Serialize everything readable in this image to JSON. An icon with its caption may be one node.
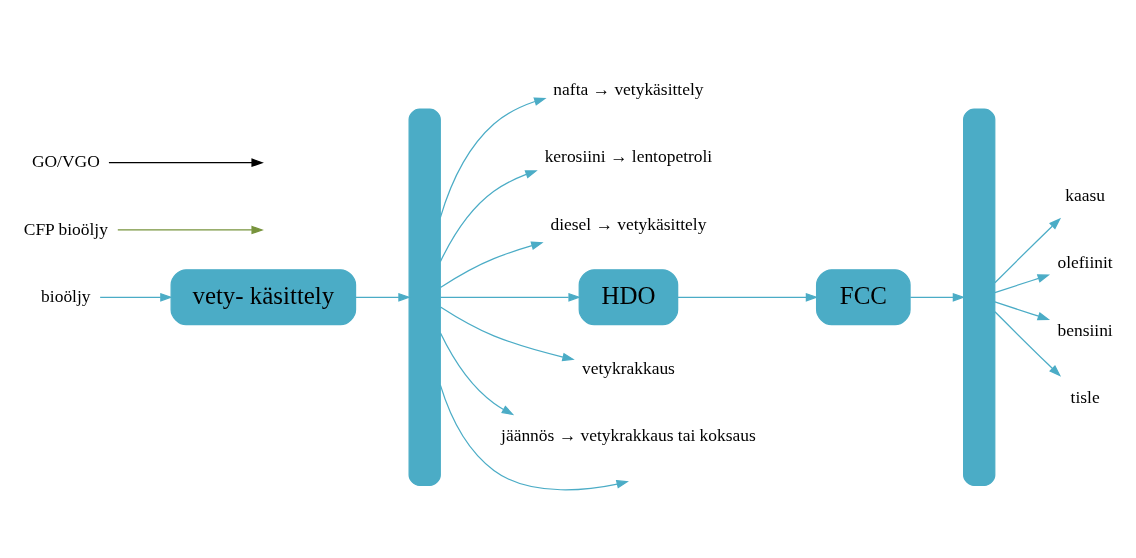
{
  "diagram": {
    "nodes": [
      {
        "text": [
          "bioöljy"
        ]
      },
      {
        "text": [
          "vety- käsittely"
        ]
      },
      {
        "text": [
          "CFP bioöljy"
        ]
      },
      {
        "text": [],
        "shape": "bar"
      },
      {
        "text": [
          "nafta → vetykäsittely"
        ]
      },
      {
        "text": [
          "kerosiini → lentopetroli"
        ]
      },
      {
        "text": [
          "diesel → vetykäsittely"
        ]
      },
      {
        "text": [
          "HDO"
        ]
      },
      {
        "text": [
          "vetykrakkaus"
        ]
      },
      {
        "text": [
          "jäännös → vetykrakkaus tai koksaus"
        ]
      },
      {
        "text": [
          "GO/VGO"
        ]
      },
      {
        "text": [
          "FCC"
        ]
      },
      {
        "text": [],
        "shape": "bar"
      },
      {
        "text": [
          "kaasu"
        ]
      },
      {
        "text": [
          "olefiinit"
        ]
      },
      {
        "text": [
          "bensiini"
        ]
      },
      {
        "text": [
          "tisle"
        ]
      }
    ],
    "edges": [
      {
        "from": 0,
        "to": 1,
        "arrow": "to"
      },
      {
        "from": 1,
        "to": 3,
        "arrow": "to"
      },
      {
        "from": 2,
        "to": null,
        "arrow": "to",
        "color": "#77933c"
      },
      {
        "from": 3,
        "to": null,
        "arrow": "to"
      },
      {
        "from": 3,
        "to": 4,
        "arrow": "to"
      },
      {
        "from": 3,
        "to": 5,
        "arrow": "to"
      },
      {
        "from": 3,
        "to": 6,
        "arrow": "to"
      },
      {
        "from": 3,
        "to": 7,
        "arrow": "to"
      },
      {
        "from": 3,
        "to": 8,
        "arrow": "to"
      },
      {
        "from": 3,
        "to": 9,
        "arrow": "to"
      },
      {
        "from": 7,
        "to": 11,
        "arrow": "to"
      },
      {
        "from": 10,
        "to": null,
        "arrow": "to",
        "color": "#000000"
      },
      {
        "from": 11,
        "to": 12,
        "arrow": "to"
      },
      {
        "from": 12,
        "to": 13,
        "arrow": "to"
      },
      {
        "from": 12,
        "to": 14,
        "arrow": "to"
      },
      {
        "from": 12,
        "to": 15,
        "arrow": "to"
      },
      {
        "from": 12,
        "to": 16,
        "arrow": "to"
      }
    ]
  }
}
